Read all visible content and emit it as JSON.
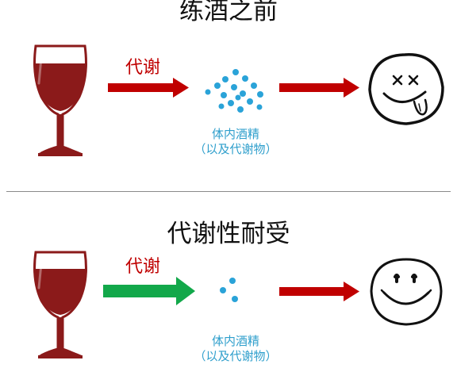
{
  "panels": [
    {
      "title": "练酒之前",
      "metabolism_label": "代谢",
      "alcohol_label_line1": "体内酒精",
      "alcohol_label_line2": "（以及代谢物）",
      "arrow1_color": "#c00000",
      "arrow2_color": "#c00000",
      "face": "drunk-face"
    },
    {
      "title": "代谢性耐受",
      "metabolism_label": "代谢",
      "alcohol_label_line1": "体内酒精",
      "alcohol_label_line2": "（以及代谢物）",
      "arrow1_color": "#12a84a",
      "arrow2_color": "#c00000",
      "face": "smiley-face"
    }
  ],
  "colors": {
    "wine": "#8b1a1a",
    "dots": "#2aa3d8",
    "text_blue": "#2f9fcc",
    "text_red": "#c00000"
  }
}
